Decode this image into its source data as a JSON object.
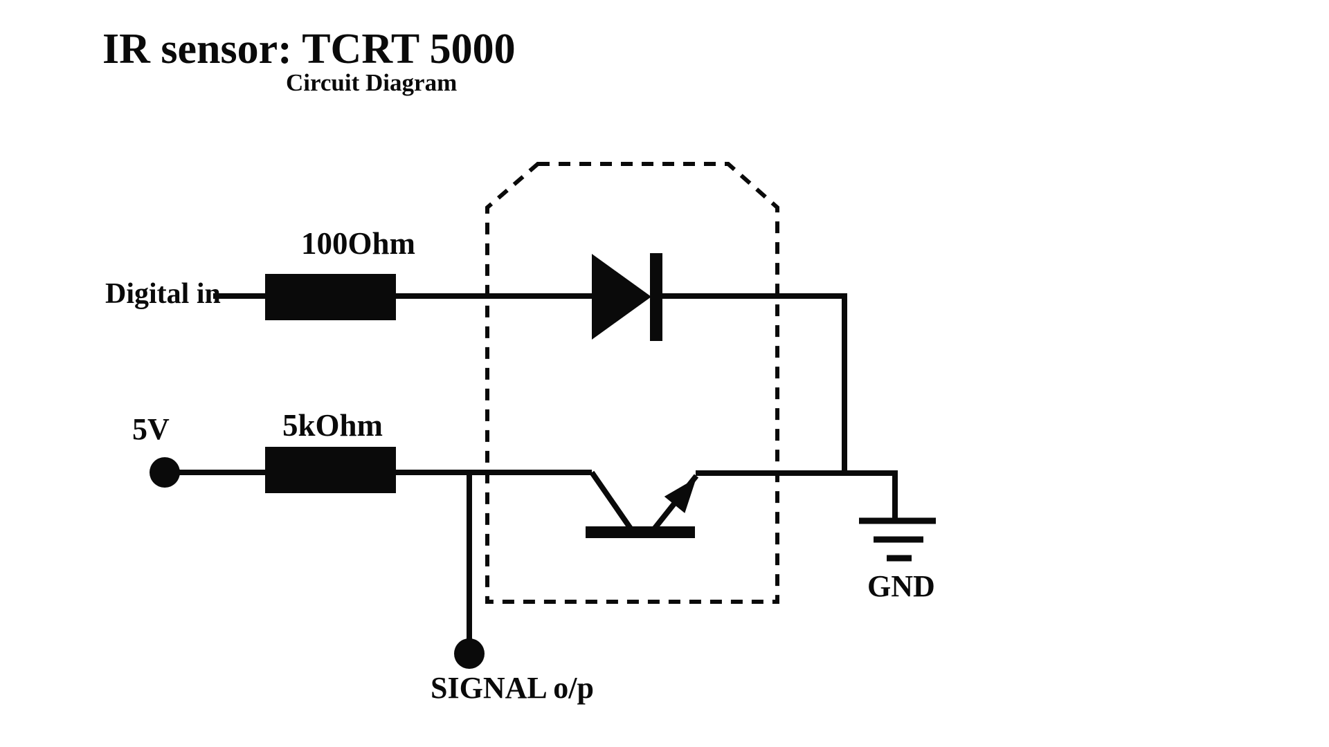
{
  "title": "IR sensor: TCRT 5000",
  "subtitle": "Circuit Diagram",
  "labels": {
    "digital_in": "Digital in",
    "r1_value": "100Ohm",
    "r2_value": "5kOhm",
    "supply": "5V",
    "signal_out": "SIGNAL o/p",
    "ground": "GND"
  },
  "colors": {
    "ink": "#0a0a0a",
    "background": "#ffffff"
  }
}
